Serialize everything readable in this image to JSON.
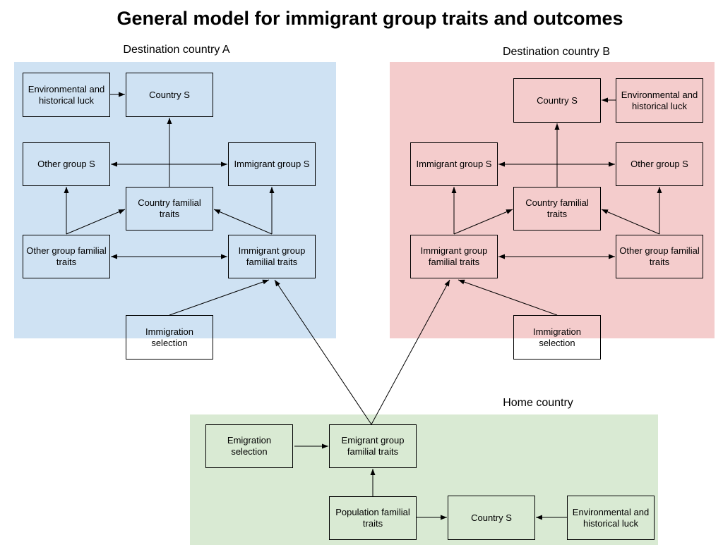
{
  "title": "General model for immigrant group traits and outcomes",
  "colors": {
    "dest_a_bg": "#cfe2f3",
    "dest_b_bg": "#f4cccc",
    "home_bg": "#d9ead3",
    "box_border": "#000000",
    "arrow": "#000000",
    "text": "#000000",
    "page_bg": "#ffffff"
  },
  "regions": {
    "dest_a": {
      "label": "Destination country A",
      "boxes": {
        "env_luck": "Environmental and\nhistorical luck",
        "country_s": "Country S",
        "other_group_s": "Other group S",
        "immigrant_group_s": "Immigrant group S",
        "country_familial": "Country familial\ntraits",
        "other_group_familial": "Other group familial\ntraits",
        "immigrant_group_familial": "Immigrant group\nfamilial traits",
        "immigration_selection": "Immigration\nselection"
      }
    },
    "dest_b": {
      "label": "Destination country B",
      "boxes": {
        "country_s": "Country S",
        "env_luck": "Environmental and\nhistorical luck",
        "immigrant_group_s": "Immigrant group S",
        "other_group_s": "Other group S",
        "country_familial": "Country familial\ntraits",
        "immigrant_group_familial": "Immigrant group\nfamilial traits",
        "other_group_familial": "Other group familial\ntraits",
        "immigration_selection": "Immigration\nselection"
      }
    },
    "home": {
      "label": "Home country",
      "boxes": {
        "emigration_selection": "Emigration\nselection",
        "emigrant_group_familial": "Emigrant group\nfamilial traits",
        "population_familial": "Population familial\ntraits",
        "country_s": "Country S",
        "env_luck": "Environmental and\nhistorical luck"
      }
    }
  }
}
